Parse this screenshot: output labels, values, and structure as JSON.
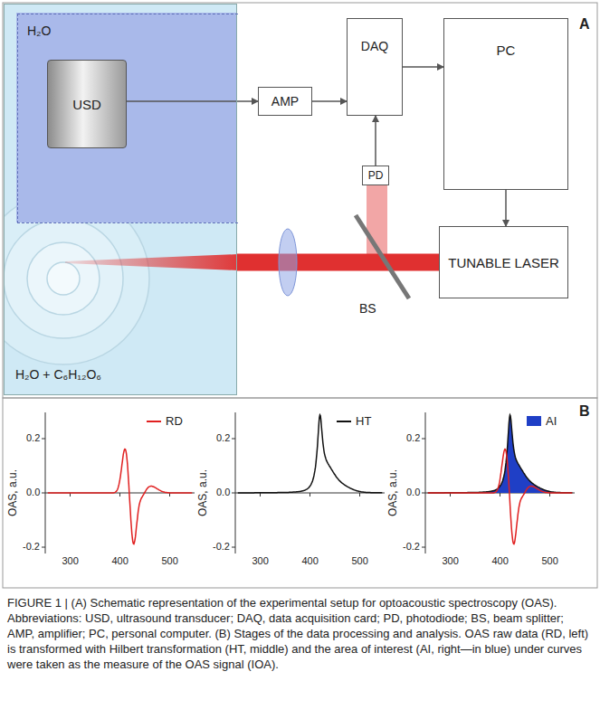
{
  "diagram": {
    "caption": "FIGURE 1 | (A) Schematic representation of the experimental setup for optoacoustic spectroscopy (OAS). Abbreviations: USD, ultrasound transducer; DAQ, data acquisition card; PD, photodiode; BS, beam splitter; AMP, amplifier; PC, personal computer. (B) Stages of the data processing and analysis. OAS raw data (RD, left) is transformed with Hilbert transformation (HT, middle) and the area of interest (AI, right—in blue) under curves were taken as the measure of the OAS signal (IOA).",
    "nodes": [
      {
        "text": [
          "H₂O + C₆H₁₂O₆"
        ]
      },
      {
        "text": [
          "H₂O"
        ],
        "in": 0
      },
      {
        "text": [
          "USD"
        ],
        "in": 1
      },
      {
        "text": [
          "AMP"
        ]
      },
      {
        "text": [
          "DAQ"
        ]
      },
      {
        "text": [
          "PC"
        ]
      },
      {
        "text": [
          "PD"
        ]
      },
      {
        "text": [
          "TUNABLE LASER"
        ]
      }
    ],
    "edges": [
      {
        "from": 2,
        "to": 3,
        "arrow": "to"
      },
      {
        "from": 3,
        "to": 4,
        "arrow": "to"
      },
      {
        "from": 4,
        "to": 5,
        "arrow": "to"
      },
      {
        "from": 6,
        "to": 4,
        "arrow": "to"
      },
      {
        "from": 5,
        "to": 7,
        "arrow": "to"
      },
      {
        "from": 7,
        "to": 0,
        "arrow": "none"
      }
    ],
    "labels": [
      "A",
      "BS",
      "B",
      "OAS, a.u.",
      "0.2",
      "0.0",
      "-0.2",
      "300",
      "400",
      "500",
      "OAS, a.u.",
      "0.2",
      "0.0",
      "-0.2",
      "300",
      "400",
      "500",
      "OAS, a.u.",
      "0.2",
      "0.0",
      "-0.2",
      "300",
      "400",
      "500"
    ],
    "legend": [
      {
        "text": "RD"
      },
      {
        "text": "HT"
      },
      {
        "text": "AI",
        "color": "#1f3fc6"
      }
    ]
  }
}
